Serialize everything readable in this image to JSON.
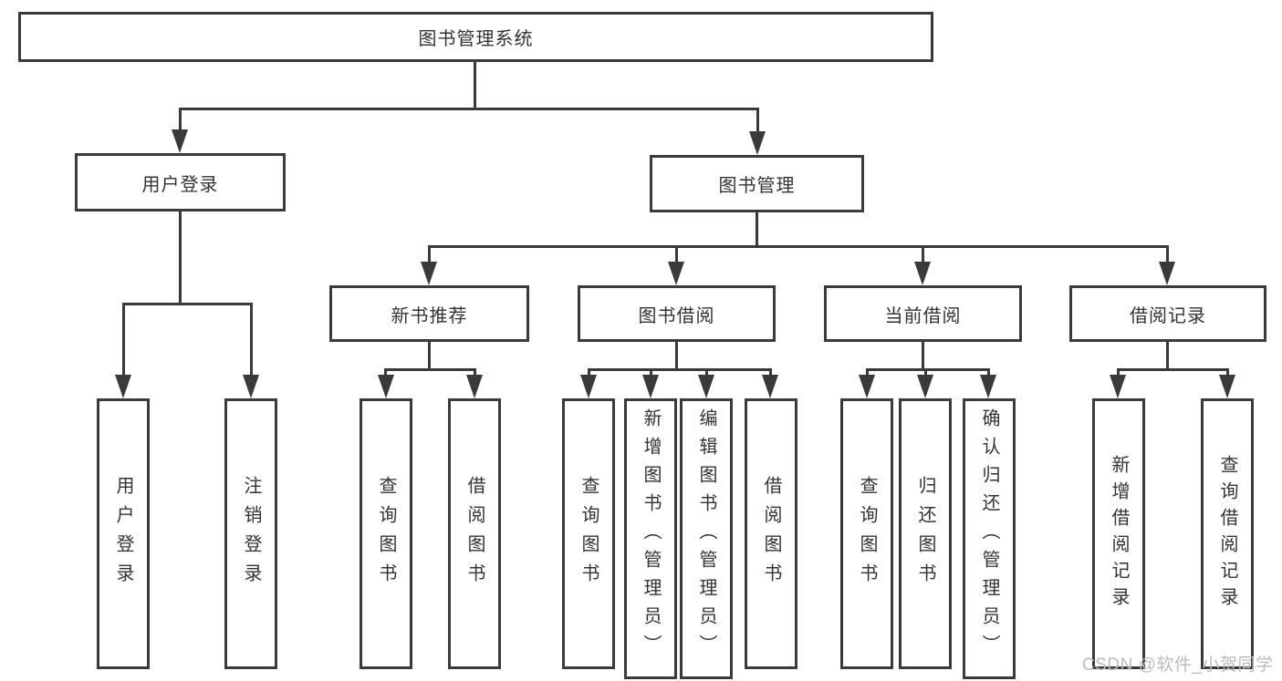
{
  "diagram": {
    "type": "hierarchy-tree",
    "orientation": "top-down",
    "description": "Functional structure diagram of a library management system"
  },
  "tree": {
    "label": "图书管理系统",
    "children": [
      {
        "label": "用户登录",
        "children": [
          {
            "label": "用户登录"
          },
          {
            "label": "注销登录"
          }
        ]
      },
      {
        "label": "图书管理",
        "children": [
          {
            "label": "新书推荐",
            "children": [
              {
                "label": "查询图书"
              },
              {
                "label": "借阅图书"
              }
            ]
          },
          {
            "label": "图书借阅",
            "children": [
              {
                "label": "查询图书"
              },
              {
                "label": "新增图书（管理员）"
              },
              {
                "label": "编辑图书（管理员）"
              },
              {
                "label": "借阅图书"
              }
            ]
          },
          {
            "label": "当前借阅",
            "children": [
              {
                "label": "查询图书"
              },
              {
                "label": "归还图书"
              },
              {
                "label": "确认归还（管理员）"
              }
            ]
          },
          {
            "label": "借阅记录",
            "children": [
              {
                "label": "新增借阅记录"
              },
              {
                "label": "查询借阅记录"
              }
            ]
          }
        ]
      }
    ]
  },
  "watermark": "CSDN @软件_小贺同学",
  "colors": {
    "background": "#ffffff",
    "line": "#3a3a3a",
    "box_border": "#3b3b3b",
    "text": "#333333",
    "watermark": "#bcbcbc"
  }
}
